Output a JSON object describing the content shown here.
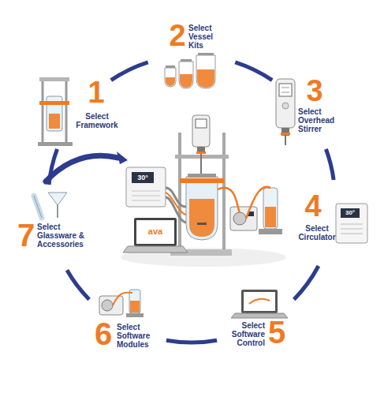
{
  "diagram": {
    "nodes": [
      {
        "text": [
          "1",
          "Select Framework"
        ]
      },
      {
        "text": [
          "2",
          "Select Vessel Kits"
        ]
      },
      {
        "text": [
          "3",
          "Select Overhead Stirrer"
        ]
      },
      {
        "text": [
          "4",
          "Select Circulator"
        ]
      },
      {
        "text": [
          "5",
          "Select Software Control"
        ]
      },
      {
        "text": [
          "6",
          "Select Software Modules"
        ]
      },
      {
        "text": [
          "7",
          "Select Glassware & Accessories"
        ]
      }
    ],
    "edges": [
      {
        "from": 0,
        "to": 1,
        "arrow": "none"
      },
      {
        "from": 1,
        "to": 2,
        "arrow": "none"
      },
      {
        "from": 2,
        "to": 3,
        "arrow": "none"
      },
      {
        "from": 3,
        "to": 4,
        "arrow": "none"
      },
      {
        "from": 4,
        "to": 5,
        "arrow": "none"
      },
      {
        "from": 5,
        "to": 6,
        "arrow": "none"
      },
      {
        "from": 6,
        "to": 0,
        "arrow": "none"
      }
    ],
    "labels": [
      "30°",
      "ava",
      "30°"
    ]
  }
}
